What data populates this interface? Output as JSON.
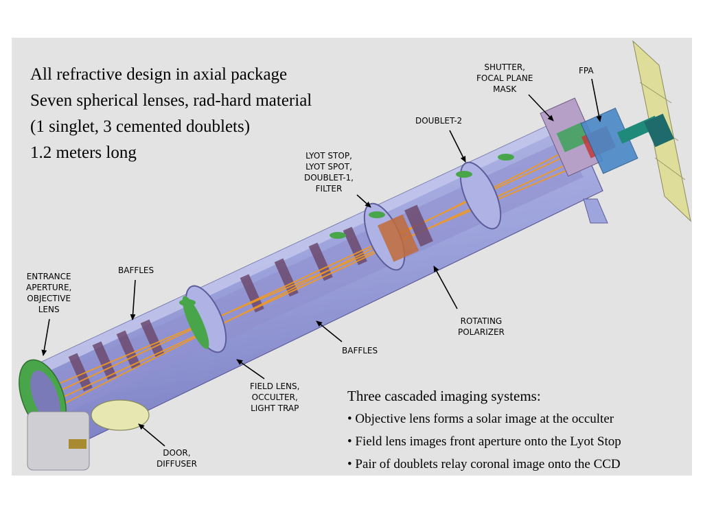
{
  "intro": {
    "lines": [
      "All refractive design in axial package",
      "Seven spherical lenses, rad-hard material",
      "(1 singlet, 3 cemented doublets)",
      "1.2 meters long"
    ]
  },
  "labels": {
    "entrance": [
      "ENTRANCE",
      "APERTURE,",
      "OBJECTIVE",
      "LENS"
    ],
    "baffles_left": [
      "BAFFLES"
    ],
    "lyot": [
      "LYOT STOP,",
      "LYOT SPOT,",
      "DOUBLET-1,",
      "FILTER"
    ],
    "shutter": [
      "SHUTTER,",
      "FOCAL PLANE",
      "MASK"
    ],
    "fpa": [
      "FPA"
    ],
    "doublet2": [
      "DOUBLET-2"
    ],
    "rotating": [
      "ROTATING",
      "POLARIZER"
    ],
    "baffles_mid": [
      "BAFFLES"
    ],
    "field": [
      "FIELD LENS,",
      "OCCULTER,",
      "LIGHT TRAP"
    ],
    "door": [
      "DOOR,",
      "DIFFUSER"
    ]
  },
  "summary": {
    "title": "Three cascaded imaging systems:",
    "bullets": [
      "Objective lens forms a solar image at the occulter",
      "Field lens images front aperture onto the Lyot Stop",
      "Pair of doublets relay coronal image onto the CCD"
    ]
  },
  "colors": {
    "panel": "#e3e3e3",
    "tube": "#9ea4dc",
    "tube_dark": "#6e6fb8",
    "baffle": "#6d4a6e",
    "rays": "#f39a1f",
    "green": "#49a54a",
    "solar_panel": "#dedd9a"
  }
}
